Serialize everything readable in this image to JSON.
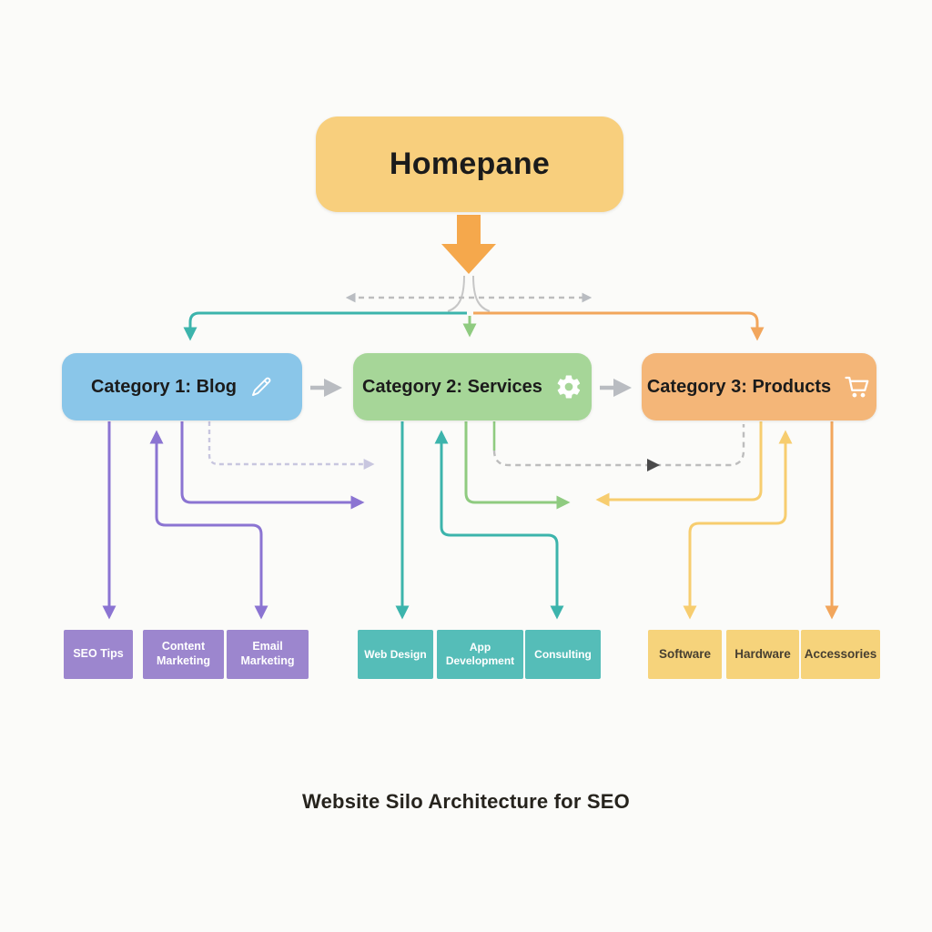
{
  "homepage": {
    "label": "Homepane"
  },
  "categories": [
    {
      "label": "Category 1: Blog",
      "icon": "pencil-icon"
    },
    {
      "label": "Category 2: Services",
      "icon": "gear-icon"
    },
    {
      "label": "Category 3: Products",
      "icon": "cart-icon"
    }
  ],
  "subpages": {
    "blog": [
      "SEO Tips",
      "Content Marketing",
      "Email Marketing"
    ],
    "services": [
      "Web Design",
      "App Development",
      "Consulting"
    ],
    "products": [
      "Software",
      "Hardware",
      "Accessories"
    ]
  },
  "caption": "Website Silo Architecture for SEO",
  "colors": {
    "homepage_fill": "#F8CF7D",
    "homepage_arrow": "#F5A84C",
    "cat_blog_fill": "#8AC6E9",
    "cat_services_fill": "#A6D698",
    "cat_products_fill": "#F4B678",
    "child_blog_fill": "#9C86CE",
    "child_services_fill": "#55BDB8",
    "child_products_fill": "#F6D37B",
    "line_teal": "#3CB4AC",
    "line_orange": "#F2A65C",
    "line_green": "#8FCB80",
    "line_purple": "#8B74D2",
    "line_lavender": "#C8C6DF",
    "line_yellow": "#F7CD6F",
    "line_gray": "#B9BCC1",
    "line_dashed_gray": "#BDBDBD",
    "arrow_dark": "#4A4A4A",
    "text_dark": "#1B1B1B",
    "text_light": "#FFFFFF"
  }
}
